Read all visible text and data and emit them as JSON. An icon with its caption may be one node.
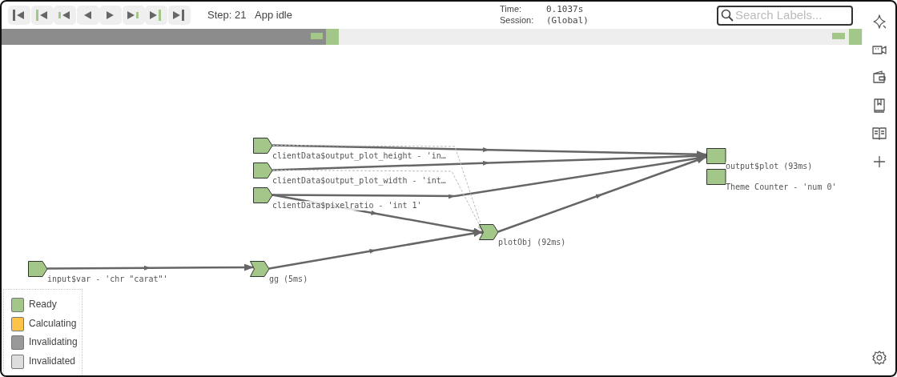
{
  "diagram": {
    "nodes": [
      {
        "text": [
          "clientData$output_plot_height - 'in…"
        ]
      },
      {
        "text": [
          "output$plot (93ms)"
        ]
      },
      {
        "text": [
          "Theme Counter - 'num 0'"
        ]
      },
      {
        "text": [
          "clientData$output_plot_width - 'int…"
        ]
      },
      {
        "text": [
          "clientData$pixelratio - 'int 1'"
        ]
      },
      {
        "text": [
          "plotObj (92ms)"
        ]
      },
      {
        "text": [
          "input$var - 'chr \"carat\"'"
        ]
      },
      {
        "text": [
          "gg (5ms)"
        ]
      }
    ],
    "edges": [
      {
        "from": 0,
        "to": 1,
        "arrow": "to"
      },
      {
        "from": 3,
        "to": 1,
        "arrow": "to"
      },
      {
        "from": 4,
        "to": 1,
        "arrow": "to"
      },
      {
        "from": 0,
        "to": 5,
        "arrow": "to",
        "style": "dashed",
        "color": "#bbbbbb"
      },
      {
        "from": 3,
        "to": 5,
        "arrow": "to",
        "style": "dashed",
        "color": "#bbbbbb"
      },
      {
        "from": 4,
        "to": 5,
        "arrow": "to"
      },
      {
        "from": 6,
        "to": 7,
        "arrow": "to"
      },
      {
        "from": 7,
        "to": 5,
        "arrow": "to"
      },
      {
        "from": 5,
        "to": 1,
        "arrow": "to"
      }
    ],
    "labels": [
      "Step: 21",
      "App idle",
      "Time:",
      "0.1037s",
      "Session:",
      "(Global)",
      "Search Labels..."
    ],
    "legend": [
      {
        "text": "Ready",
        "color": "#a3c788"
      },
      {
        "text": "Calculating",
        "color": "#ffc347"
      },
      {
        "text": "Invalidating",
        "color": "#999999"
      },
      {
        "text": "Invalidated",
        "color": "#dddddd"
      }
    ]
  }
}
